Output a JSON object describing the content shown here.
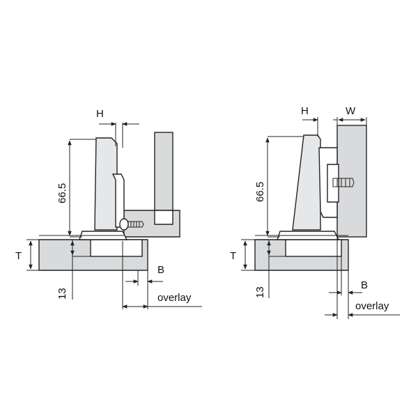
{
  "left_diagram": {
    "labels": {
      "h": "H",
      "height": "66.5",
      "t": "T",
      "depth": "13",
      "b": "B",
      "overlay": "overlay"
    }
  },
  "right_diagram": {
    "labels": {
      "h": "H",
      "w": "W",
      "height": "66.5",
      "t": "T",
      "depth": "13",
      "b": "B",
      "overlay": "overlay"
    }
  },
  "colors": {
    "panel_fill": "#d8dadc",
    "line": "#222222",
    "background": "#ffffff"
  }
}
